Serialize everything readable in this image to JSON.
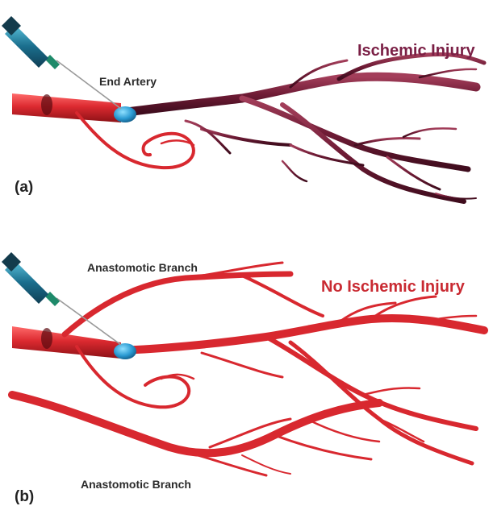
{
  "panel_a": {
    "tag": "(a)",
    "label_artery": "End Artery",
    "label_outcome": "Ischemic Injury"
  },
  "panel_b": {
    "tag": "(b)",
    "label_branch_top": "Anastomotic Branch",
    "label_branch_bottom": "Anastomotic Branch",
    "label_outcome": "No Ischemic Injury"
  },
  "colors": {
    "healthy_vessel": "#d8282f",
    "ischemic_vessel": "#6e1b35",
    "embolus": "#2a9ad2",
    "syringe_barrel": "#1b6f8e",
    "text_ischemic": "#7a1f45",
    "text_no_ischemic": "#c92a32"
  }
}
